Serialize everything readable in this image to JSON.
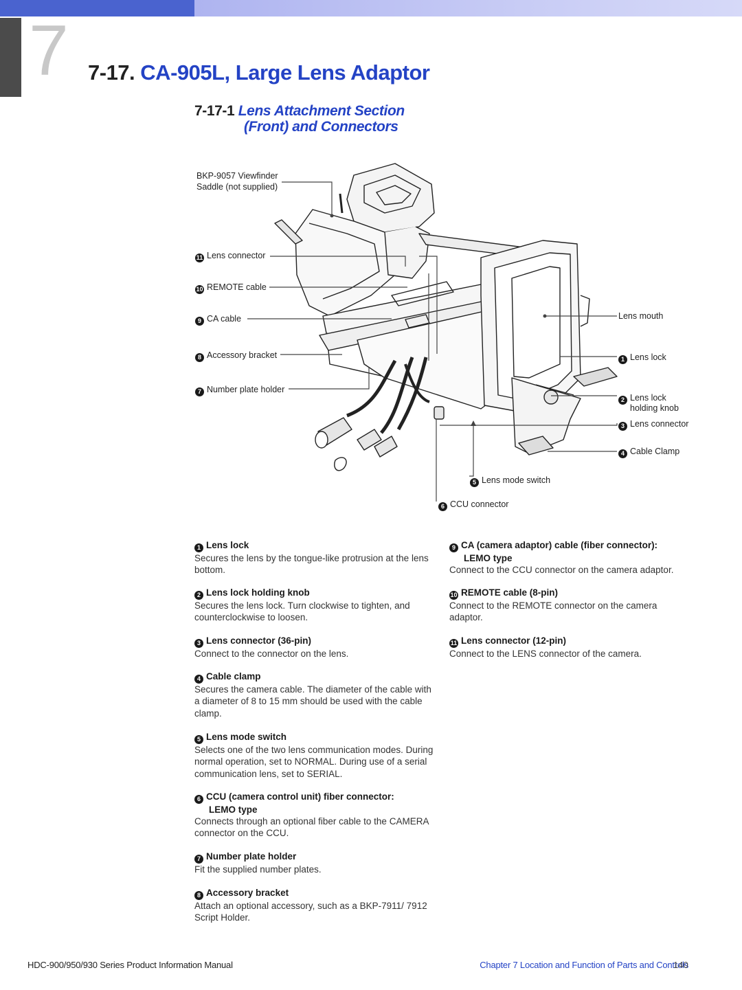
{
  "header": {
    "chapter_digit": "7",
    "title_number": "7-17.",
    "title_name": "CA-905L, Large Lens Adaptor",
    "subtitle_number": "7-17-1",
    "subtitle_line1": "Lens Attachment Section",
    "subtitle_line2": "(Front) and Connectors"
  },
  "figure": {
    "callouts": [
      {
        "num": "",
        "text": "BKP-9057 Viewfinder"
      },
      {
        "num": "",
        "text": "Saddle (not supplied)"
      },
      {
        "num": "11",
        "text": "Lens connector"
      },
      {
        "num": "10",
        "text": "REMOTE cable"
      },
      {
        "num": "9",
        "text": "CA cable"
      },
      {
        "num": "8",
        "text": "Accessory bracket"
      },
      {
        "num": "7",
        "text": "Number plate holder"
      },
      {
        "num": "",
        "text": "Lens mouth"
      },
      {
        "num": "1",
        "text": "Lens lock"
      },
      {
        "num": "2",
        "text": "Lens lock"
      },
      {
        "num": "",
        "text": "holding knob"
      },
      {
        "num": "3",
        "text": "Lens connector"
      },
      {
        "num": "4",
        "text": "Cable Clamp"
      },
      {
        "num": "5",
        "text": "Lens mode switch"
      },
      {
        "num": "6",
        "text": "CCU connector"
      }
    ]
  },
  "items_left": [
    {
      "num": "1",
      "title": "Lens lock",
      "title2": "",
      "body": "Secures the lens by the tongue-like protrusion at the lens bottom."
    },
    {
      "num": "2",
      "title": "Lens lock holding knob",
      "title2": "",
      "body": "Secures the lens lock. Turn clockwise to tighten, and counterclockwise to loosen."
    },
    {
      "num": "3",
      "title": "Lens connector (36-pin)",
      "title2": "",
      "body": "Connect to the connector on the lens."
    },
    {
      "num": "4",
      "title": "Cable clamp",
      "title2": "",
      "body": "Secures the camera cable. The diameter of the cable with a diameter of 8 to 15 mm should be used with the cable clamp."
    },
    {
      "num": "5",
      "title": "Lens mode switch",
      "title2": "",
      "body": "Selects one of the two lens communication modes. During normal operation, set to NORMAL. During use of a serial communication lens, set to SERIAL."
    },
    {
      "num": "6",
      "title": "CCU (camera control unit) fiber connector:",
      "title2": "LEMO type",
      "body": "Connects through an optional fiber cable to the CAMERA connector on the CCU."
    },
    {
      "num": "7",
      "title": "Number plate holder",
      "title2": "",
      "body": "Fit the supplied number plates."
    },
    {
      "num": "8",
      "title": "Accessory bracket",
      "title2": "",
      "body": "Attach an optional accessory, such as a BKP-7911/ 7912 Script Holder."
    }
  ],
  "items_right": [
    {
      "num": "9",
      "title": "CA (camera adaptor) cable (fiber connector):",
      "title2": "LEMO type",
      "body": "Connect to the CCU connector on the camera adaptor."
    },
    {
      "num": "10",
      "title": "REMOTE cable (8-pin)",
      "title2": "",
      "body": "Connect to the REMOTE connector on the camera adaptor."
    },
    {
      "num": "11",
      "title": "Lens connector (12-pin)",
      "title2": "",
      "body": "Connect to the LENS connector of the camera."
    }
  ],
  "footer": {
    "manual": "HDC-900/950/930 Series Product Information Manual",
    "chapter": "Chapter 7 Location and Function of Parts and Controls",
    "page": "140"
  },
  "colors": {
    "accent_blue": "#2443c5",
    "bar_dark": "#4a63cf",
    "bar_light": "#c8ccf5",
    "tab_gray": "#4b4b4b"
  }
}
